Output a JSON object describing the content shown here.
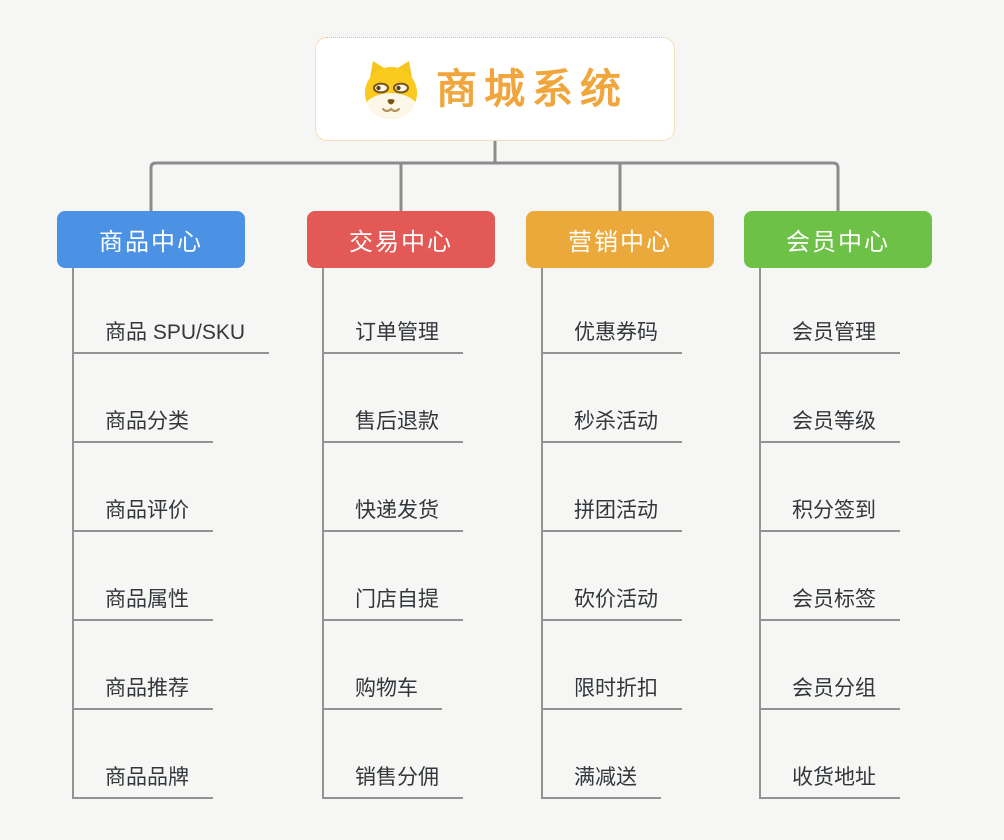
{
  "root": {
    "title": "商城系统",
    "icon": "dog-face-icon"
  },
  "colors": {
    "background": "#F6F6F5",
    "connector": "#8C8C8C",
    "leaf_line": "#939393",
    "leaf_text": "#33373C",
    "root_text": "#F0A63C",
    "root_border": "#F3BC6B",
    "branch_text": "#FFFFFF"
  },
  "branches": [
    {
      "label": "商品中心",
      "color": "#4B92E5",
      "children": [
        "商品 SPU/SKU",
        "商品分类",
        "商品评价",
        "商品属性",
        "商品推荐",
        "商品品牌"
      ]
    },
    {
      "label": "交易中心",
      "color": "#E25955",
      "children": [
        "订单管理",
        "售后退款",
        "快递发货",
        "门店自提",
        "购物车",
        "销售分佣"
      ]
    },
    {
      "label": "营销中心",
      "color": "#EBA93C",
      "children": [
        "优惠券码",
        "秒杀活动",
        "拼团活动",
        "砍价活动",
        "限时折扣",
        "满减送"
      ]
    },
    {
      "label": "会员中心",
      "color": "#6DC147",
      "children": [
        "会员管理",
        "会员等级",
        "积分签到",
        "会员标签",
        "会员分组",
        "收货地址"
      ]
    }
  ]
}
